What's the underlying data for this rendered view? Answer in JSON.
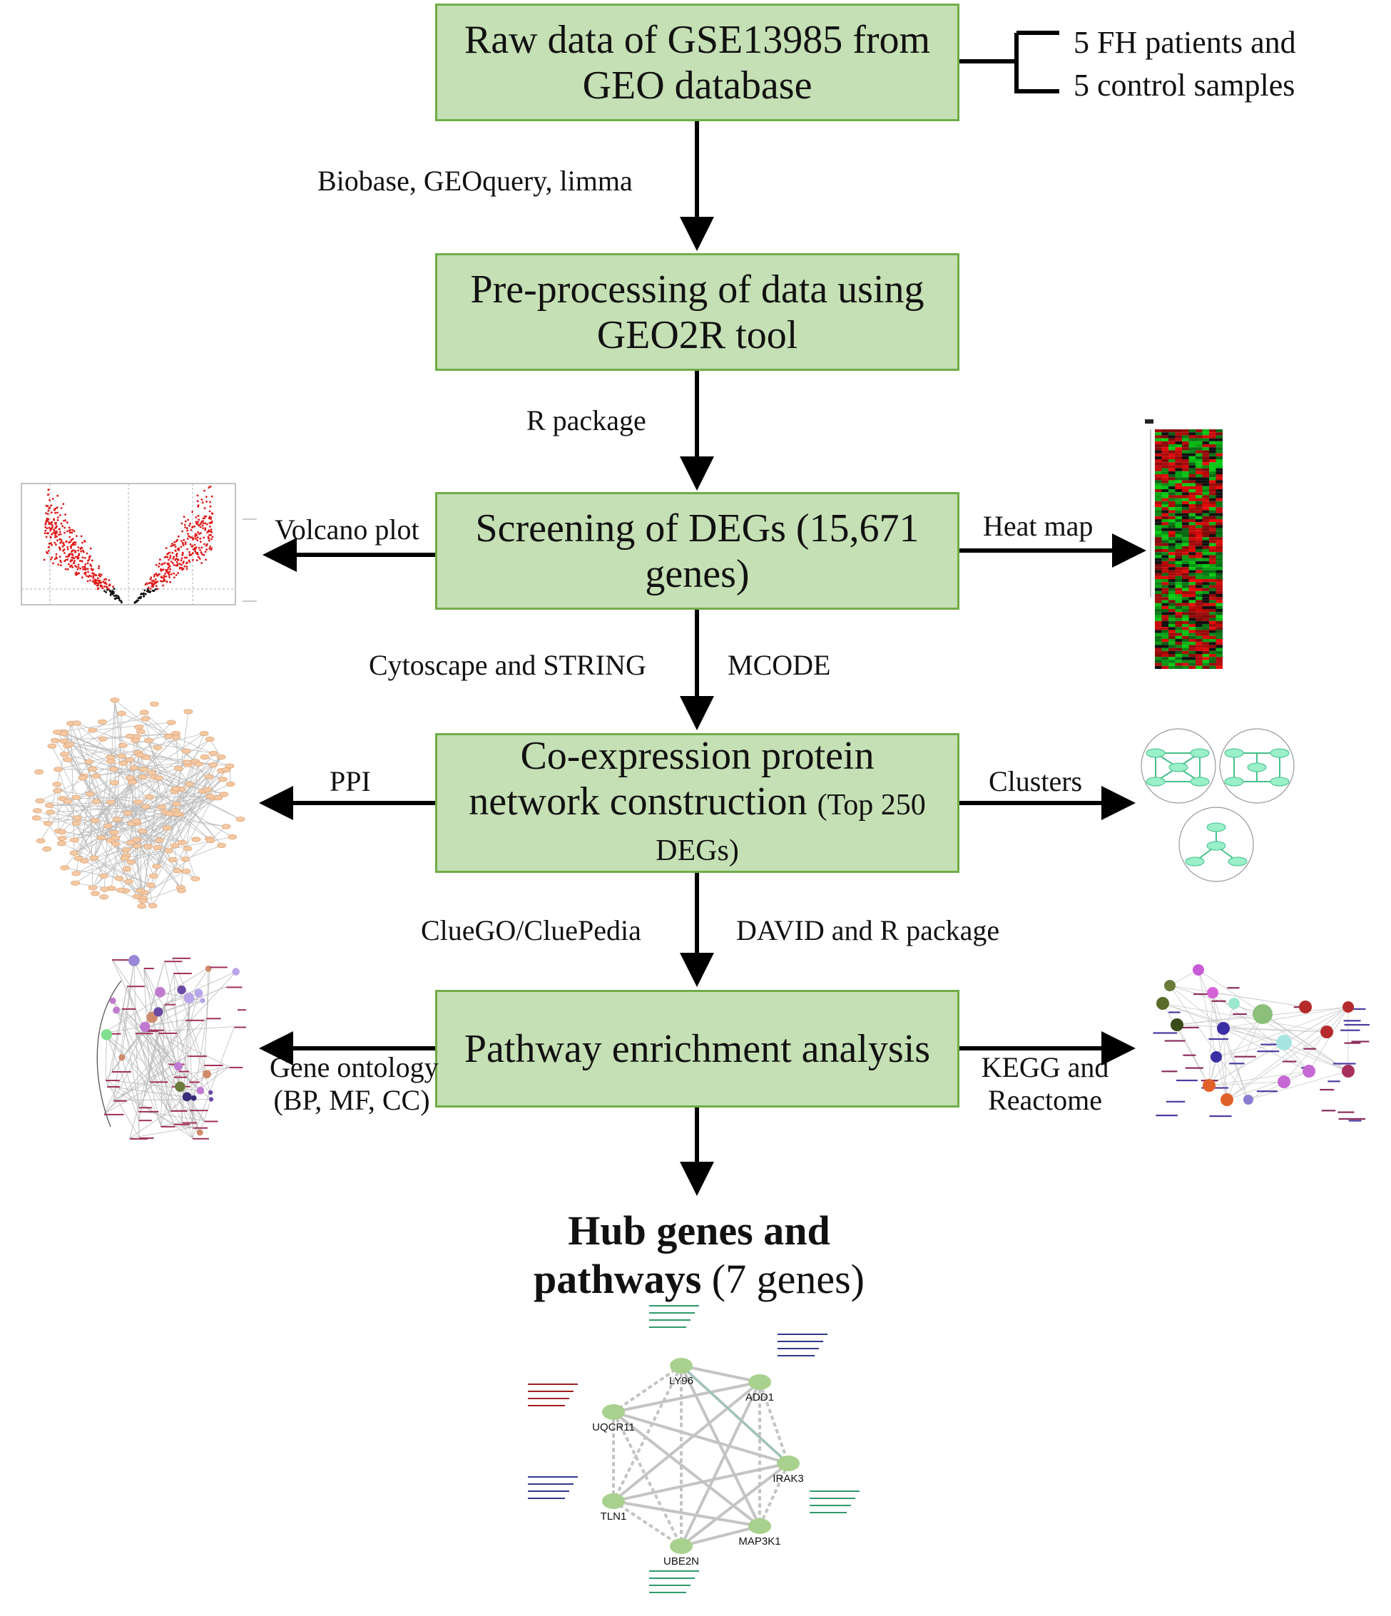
{
  "boxes": {
    "raw_line1": "Raw data of GSE13985 from",
    "raw_line2": "GEO database",
    "pre_line1": "Pre-processing of data using",
    "pre_line2": "GEO2R tool",
    "screen_line1": "Screening of DEGs (15,671",
    "screen_line2": "genes)",
    "coexp_line1": "Co-expression protein",
    "coexp_line2": "network construction",
    "coexp_line2_small": "(Top 250",
    "coexp_line3": "DEGs)",
    "pathway": "Pathway enrichment analysis"
  },
  "samples": {
    "line1": "5 FH patients and",
    "line2": "5 control samples"
  },
  "edges": {
    "e1": "Biobase, GEOquery, limma",
    "e2": "R package",
    "e3_left": "Cytoscape and STRING",
    "e3_right": "MCODE",
    "e4_left": "ClueGO/CluePedia",
    "e4_right": "DAVID and R package"
  },
  "side": {
    "volcano": "Volcano plot",
    "heatmap": "Heat map",
    "ppi": "PPI",
    "clusters": "Clusters",
    "go_line1": "Gene ontology",
    "go_line2": "(BP, MF, CC)",
    "kegg_line1": "KEGG and",
    "kegg_line2": "Reactome"
  },
  "hub": {
    "bold1": "Hub genes and",
    "bold2": "pathways",
    "rest": "(7 genes)"
  },
  "hub_network": {
    "genes": [
      "LY96",
      "ADD1",
      "UQCR11",
      "IRAK3",
      "TLN1",
      "MAP3K1",
      "UBE2N"
    ]
  },
  "colors": {
    "box_fill": "#c5e0b4",
    "box_border": "#70ad47",
    "arrow": "#000000"
  }
}
